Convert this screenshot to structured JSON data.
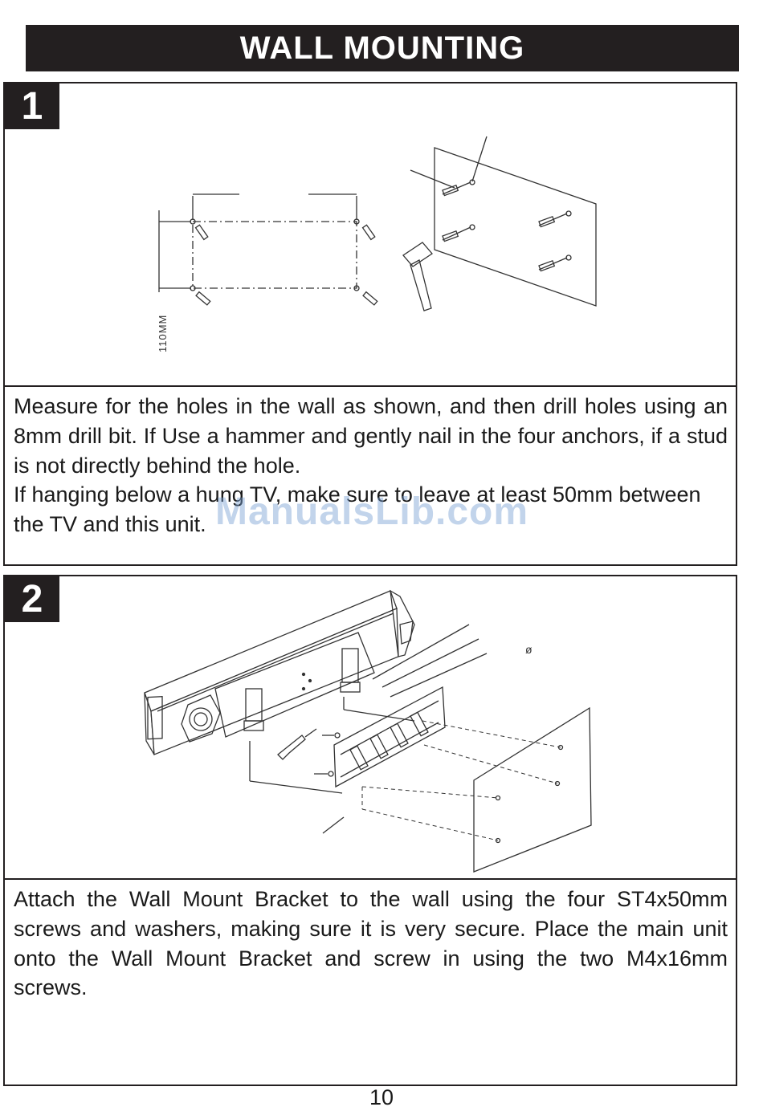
{
  "header": {
    "title": "WALL MOUNTING"
  },
  "step1": {
    "number": "1",
    "dimension_label": "110MM",
    "paragraph_1": "Measure for the holes in the wall as shown, and then drill holes using an 8mm drill bit. If Use a hammer and gently nail in the four anchors, if a stud is not directly behind the hole.",
    "paragraph_2": "If hanging below a hung TV, make sure to leave at least 50mm between the TV and this unit."
  },
  "step2": {
    "number": "2",
    "diameter_symbol": "ø",
    "paragraph": "Attach the Wall Mount Bracket to the wall using the four ST4x50mm screws and washers, making sure it is very secure. Place the main unit onto the Wall Mount Bracket and screw in using the two M4x16mm screws."
  },
  "watermark": "ManualsLib.com",
  "footer": {
    "page_number": "10"
  }
}
